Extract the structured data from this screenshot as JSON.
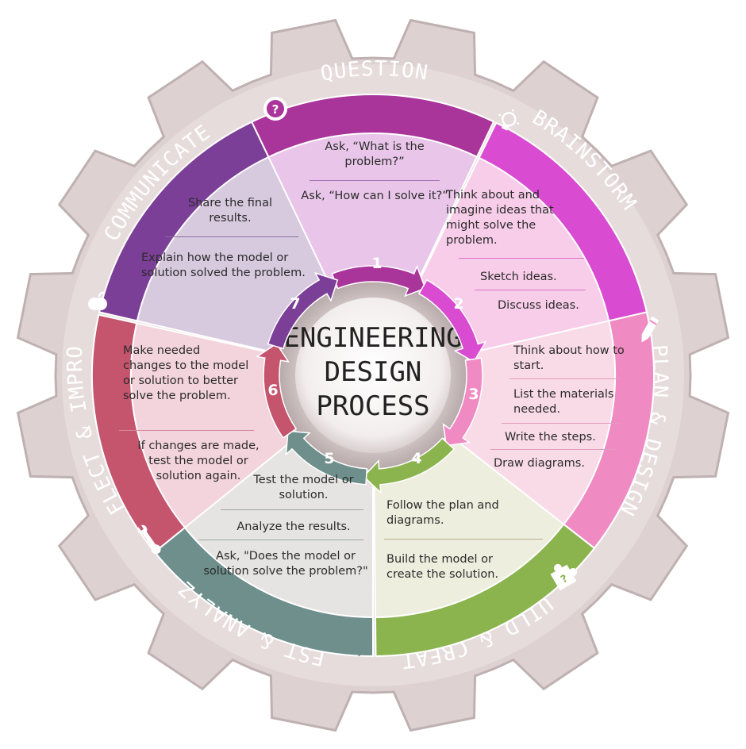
{
  "center_title": [
    "ENGINEERING",
    "DESIGN",
    "PROCESS"
  ],
  "steps": [
    {
      "number": "1",
      "title": "QUESTION",
      "color": "#a9359b",
      "bullets": [
        "Ask, “What is the problem?”",
        "Ask, “How can I solve it?”"
      ]
    },
    {
      "number": "2",
      "title": "BRAINSTORM",
      "color": "#d94bd0",
      "bullets": [
        "Think about and imagine ideas that might solve the problem.",
        "Sketch ideas.",
        "Discuss ideas."
      ]
    },
    {
      "number": "3",
      "title": "PLAN & DESIGN",
      "color": "#f08ac3",
      "bullets": [
        "Think about how to start.",
        "List the materials needed.",
        "Write the steps.",
        "Draw diagrams."
      ]
    },
    {
      "number": "4",
      "title": "BUILD & CREATE",
      "color": "#8bb44f",
      "bullets": [
        "Follow the plan and diagrams.",
        "Build the model or create the solution."
      ]
    },
    {
      "number": "5",
      "title": "TEST & ANALYZE",
      "color": "#6e8f8c",
      "bullets": [
        "Test the model or solution.",
        "Analyze the results.",
        "Ask, \"Does the model or solution solve the problem?\""
      ]
    },
    {
      "number": "6",
      "title": "REFLECT & IMPROVE",
      "color": "#c5546d",
      "bullets": [
        "Make needed changes to the model or solution to better solve the problem.",
        "If changes are made, test the model or solution again."
      ]
    },
    {
      "number": "7",
      "title": "COMMUNICATE",
      "color": "#7c3f97",
      "bullets": [
        "Share the final results.",
        "Explain how the model or solution solved the problem."
      ]
    }
  ],
  "icons": [
    "question-icon",
    "lightbulb-icon",
    "pencil-icon",
    "puzzle-icon",
    "magnifier-check-icon",
    "wrench-icon",
    "apple-icon"
  ]
}
